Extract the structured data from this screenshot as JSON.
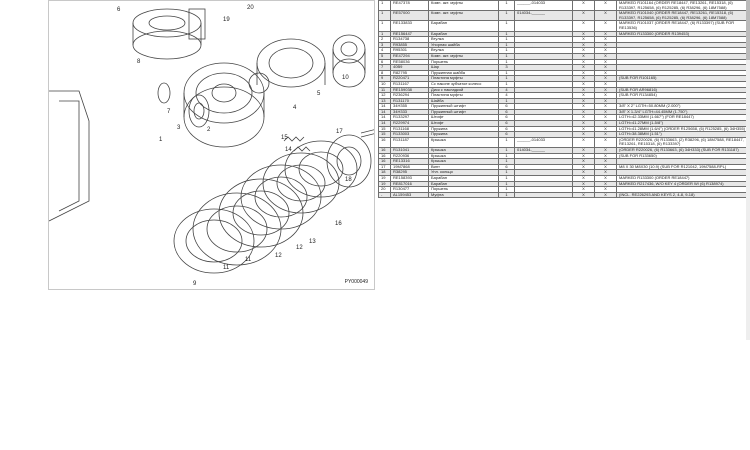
{
  "diagram": {
    "id": "PY000049",
    "callouts": [
      "1",
      "2",
      "3",
      "4",
      "5",
      "6",
      "7",
      "8",
      "9",
      "10",
      "11",
      "12",
      "13",
      "14",
      "15",
      "16",
      "17",
      "18",
      "19",
      "20"
    ]
  },
  "table": {
    "rows": [
      {
        "n": "1",
        "part": "RE47378",
        "name": "Комп. акт. муфты",
        "qty": "1",
        "serial": "______-014033",
        "a": "X",
        "b": "X",
        "remarks": "MARKED R101164 (ORDER RE18447, RE13261, RE15318, (6) R133397, R125658, (6) R125285, (6) R38296, (6) 18M7588)"
      },
      {
        "n": "1",
        "part": "RE57000",
        "name": "Комп. акт. муфты",
        "qty": "1",
        "serial": "014034-______",
        "a": "X",
        "b": "X",
        "remarks": "MARKED R101040 (ORDER RE18447, RE13261, RE15318, (6) R133397, R125658, (6) R125285, (6) R38296, (6) 18M7588)"
      },
      {
        "n": "1",
        "part": "RE133833",
        "name": "Барабан",
        "qty": "1",
        "serial": "",
        "a": "X",
        "b": "X",
        "remarks": "MARKED R101037 (ORDER RE18447, (6) R133397) (SUB FOR RE13536)"
      },
      {
        "n": "1",
        "part": "RE156447",
        "name": "Барабан",
        "qty": "1",
        "serial": "",
        "a": "X",
        "b": "X",
        "remarks": "MARKED R133300 (ORDER R139453)"
      },
      {
        "n": "2",
        "part": "R134738",
        "name": "Втулка",
        "qty": "1",
        "serial": "",
        "a": "X",
        "b": "X",
        "remarks": ""
      },
      {
        "n": "3",
        "part": "R93855",
        "name": "Упорная шайба",
        "qty": "1",
        "serial": "",
        "a": "X",
        "b": "X",
        "remarks": ""
      },
      {
        "n": "4",
        "part": "R95301",
        "name": "Втулка",
        "qty": "1",
        "serial": "",
        "a": "X",
        "b": "X",
        "remarks": ""
      },
      {
        "n": "5",
        "part": "RE47294",
        "name": "Комп. акт. муфты",
        "qty": "1",
        "serial": "",
        "a": "X",
        "b": "X",
        "remarks": ""
      },
      {
        "n": "6",
        "part": "RE58036",
        "name": "Поршень",
        "qty": "1",
        "serial": "",
        "a": "X",
        "b": "X",
        "remarks": ""
      },
      {
        "n": "7",
        "part": "40B9",
        "name": "Шар",
        "qty": "3",
        "serial": "",
        "a": "X",
        "b": "X",
        "remarks": ""
      },
      {
        "n": "8",
        "part": "R82795",
        "name": "Пружинная шайба",
        "qty": "1",
        "serial": "",
        "a": "X",
        "b": "X",
        "remarks": ""
      },
      {
        "n": "9",
        "part": "R220471",
        "name": "Пластина муфты",
        "qty": "1",
        "serial": "",
        "a": "X",
        "b": "X",
        "remarks": "(SUB FOR R101165)"
      },
      {
        "n": "10",
        "part": "R131167",
        "name": "Сс наконе зубчатое колесо",
        "qty": "1",
        "serial": "",
        "a": "X",
        "b": "X",
        "remarks": ""
      },
      {
        "n": "11",
        "part": "RE159038",
        "name": "Диск с накладкой",
        "qty": "4",
        "serial": "",
        "a": "X",
        "b": "X",
        "remarks": "(SUB FOR AR96816)"
      },
      {
        "n": "12",
        "part": "R236294",
        "name": "Пластина муфты",
        "qty": "4",
        "serial": "",
        "a": "X",
        "b": "X",
        "remarks": "(SUB FOR R134854)"
      },
      {
        "n": "13",
        "part": "R131170",
        "name": "Шайба",
        "qty": "1",
        "serial": "",
        "a": "X",
        "b": "X",
        "remarks": ""
      },
      {
        "n": "14",
        "part": "34H355",
        "name": "Пружинный штифт",
        "qty": "6",
        "serial": "",
        "a": "X",
        "b": "X",
        "remarks": "3/8\" X 2\" LGTH=50.80MM (2.000\")"
      },
      {
        "n": "14",
        "part": "34H333",
        "name": "Пружинный штифт",
        "qty": "6",
        "serial": "",
        "a": "X",
        "b": "X",
        "remarks": "3/8\" X 1-3/4\" LGTH=44.45MM (1.750\")"
      },
      {
        "n": "14",
        "part": "R133297",
        "name": "Штифт",
        "qty": "6",
        "serial": "",
        "a": "X",
        "b": "X",
        "remarks": "LGTH=42.33MM (1.667\") (FOR RE18447)"
      },
      {
        "n": "14",
        "part": "R229974",
        "name": "Штифт",
        "qty": "6",
        "serial": "",
        "a": "X",
        "b": "X",
        "remarks": "LGTH=41.27MM (1-5/8\")"
      },
      {
        "n": "15",
        "part": "R131168",
        "name": "Пружина",
        "qty": "6",
        "serial": "",
        "a": "X",
        "b": "X",
        "remarks": "LGTH=41.28MM (1.6/4\") (ORDER R125658, (6) R125285, (6) 34H355)"
      },
      {
        "n": "15",
        "part": "R133003",
        "name": "Пружина",
        "qty": "6",
        "serial": "",
        "a": "X",
        "b": "X",
        "remarks": "LGTH=38.38MM (1.51\")"
      },
      {
        "n": "16",
        "part": "R131187",
        "name": "Крышка",
        "qty": "1",
        "serial": "______-014033",
        "a": "X",
        "b": "X",
        "remarks": "(ORDER R220026, (6) R133663, (2) R38296, (6) 18M7588, RE18447, RE13261, RE15318, (6) R133397)"
      },
      {
        "n": "16",
        "part": "R131041",
        "name": "Крышка",
        "qty": "1",
        "serial": "014034-______",
        "a": "X",
        "b": "X",
        "remarks": "(ORDER R220026, (6) R133663, (6) 34H333) (SUB FOR R131187)"
      },
      {
        "n": "16",
        "part": "R220936",
        "name": "Крышка",
        "qty": "1",
        "serial": "",
        "a": "X",
        "b": "X",
        "remarks": "(SUB FOR R133650)"
      },
      {
        "n": "16",
        "part": "RE13316",
        "name": "Крышка",
        "qty": "1",
        "serial": "",
        "a": "X",
        "b": "X",
        "remarks": ""
      },
      {
        "n": "17",
        "part": "19M7868",
        "name": "Винт",
        "qty": "6",
        "serial": "",
        "a": "X",
        "b": "X",
        "remarks": "M8 X 30 M8X30 (10.9) (SUB FOR R121042, 19M7588-RPL)"
      },
      {
        "n": "18",
        "part": "R38295",
        "name": "Упл. кольцо",
        "qty": "1",
        "serial": "",
        "a": "X",
        "b": "X",
        "remarks": ""
      },
      {
        "n": "19",
        "part": "RE158393",
        "name": "Барабан",
        "qty": "1",
        "serial": "",
        "a": "X",
        "b": "X",
        "remarks": "MARKED R133300 (ORDER RE18447)"
      },
      {
        "n": "19",
        "part": "RE817016",
        "name": "Барабан",
        "qty": "1",
        "serial": "",
        "a": "X",
        "b": "X",
        "remarks": "MARKED R217436, W/O KEY 4 (ORDER W/ (6) R138974)"
      },
      {
        "n": "20",
        "part": "R130477",
        "name": "Поршень",
        "qty": "1",
        "serial": "",
        "a": "X",
        "b": "X",
        "remarks": ""
      },
      {
        "n": "-",
        "part": "AL159453",
        "name": "Муфта",
        "qty": "1",
        "serial": "",
        "a": "X",
        "b": "X",
        "remarks": "(INCL. RE226293 AND KEYS 2, 4-8, 9-18)"
      }
    ]
  }
}
